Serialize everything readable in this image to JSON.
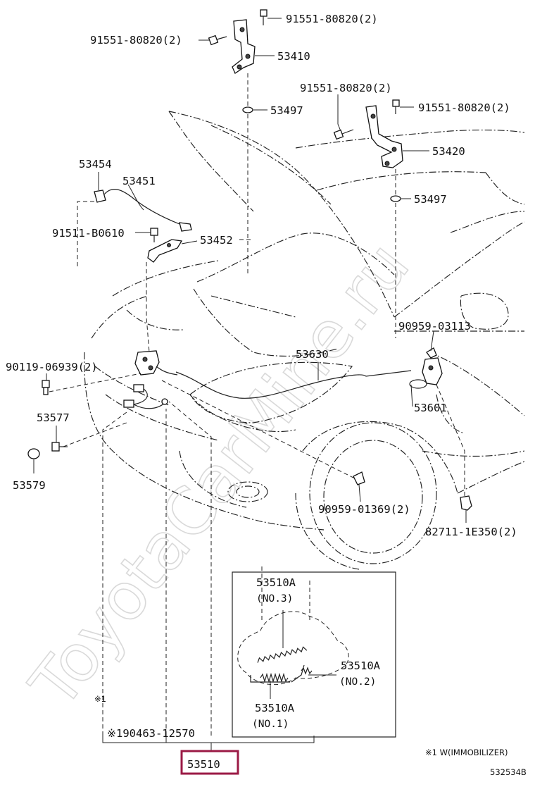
{
  "diagram": {
    "watermark": "ToyotaCarMine.ru",
    "labels": {
      "bolt_hinge_left": "91551-80820(2)",
      "bolt_hinge_left_top": "91551-80820(2)",
      "hinge_left": "53410",
      "cushion_left": "53497",
      "bolt_hinge_right_a": "91551-80820(2)",
      "bolt_hinge_right_b": "91551-80820(2)",
      "hinge_right": "53420",
      "cushion_right": "53497",
      "stay_holder": "53454",
      "support_rod": "53451",
      "screw_rod": "91511-B0610",
      "rod_bracket": "53452",
      "clamp_upper": "90959-03113",
      "release_cable": "53630",
      "bolt_lock": "90119-06939(2)",
      "release_lever": "53601",
      "cushion_stopper": "53577",
      "cushion_cap": "53579",
      "clamp_lower": "90959-01369(2)",
      "clip": "82711-1E350(2)",
      "spring_no3": "53510A",
      "spring_no3_sub": "(NO.3)",
      "spring_no2": "53510A",
      "spring_no2_sub": "(NO.2)",
      "spring_no1": "53510A",
      "spring_no1_sub": "(NO.1)",
      "mark_left": "※1",
      "switch_part": "※190463-12570",
      "lock_assembly": "53510",
      "footnote": "※1 W(IMMOBILIZER)",
      "diagram_code": "532534B"
    },
    "colors": {
      "highlight_box": "#9b1a45",
      "line": "#222222",
      "watermark": "#d9d9d9"
    }
  }
}
